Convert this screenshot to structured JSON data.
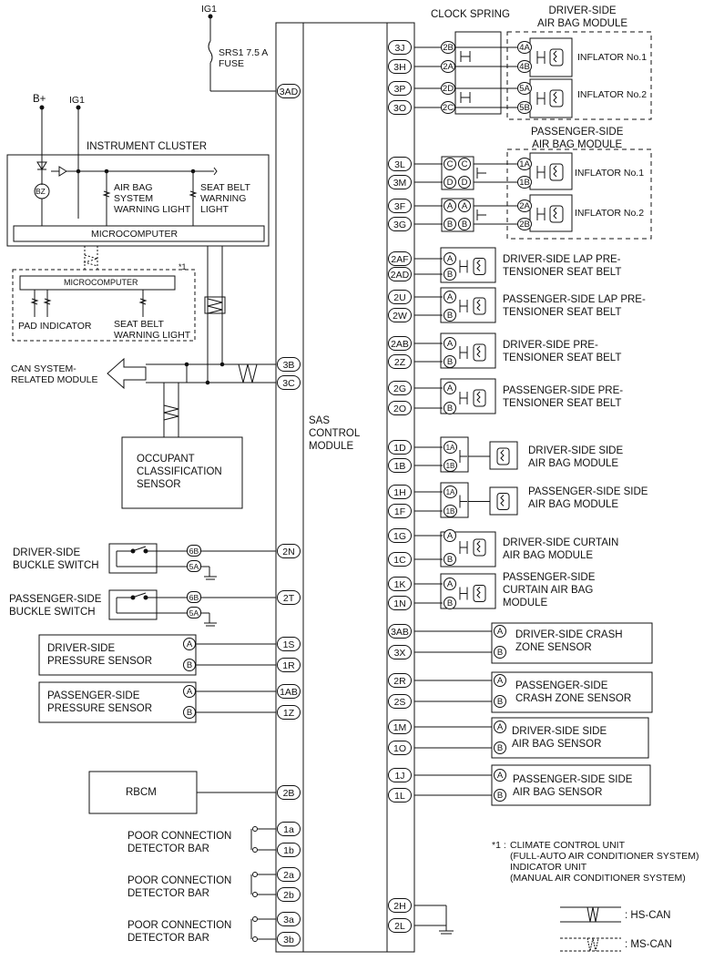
{
  "power": {
    "ig1_top": "IG1",
    "b_plus": "B+",
    "ig1_left": "IG1",
    "fuse": "SRS1 7.5 A\nFUSE"
  },
  "cluster": {
    "title": "INSTRUMENT CLUSTER",
    "bz": "BZ",
    "airbag_light": "AIR BAG\nSYSTEM\nWARNING LIGHT",
    "seatbelt_light": "SEAT BELT\nWARNING\nLIGHT",
    "micro": "MICROCOMPUTER"
  },
  "climate": {
    "mark": "*1",
    "micro": "MICROCOMPUTER",
    "pad": "PAD INDICATOR",
    "seatbelt": "SEAT BELT\nWARNING LIGHT"
  },
  "can": {
    "label": "CAN SYSTEM-\nRELATED MODULE"
  },
  "occupant": {
    "label": "OCCUPANT\nCLASSIFICATION\nSENSOR"
  },
  "sas": {
    "label": "SAS\nCONTROL\nMODULE"
  },
  "left_components": [
    {
      "label": "DRIVER-SIDE\nBUCKLE SWITCH",
      "pins": [
        "6B",
        "5A"
      ]
    },
    {
      "label": "PASSENGER-SIDE\nBUCKLE SWITCH",
      "pins": [
        "6B",
        "5A"
      ]
    },
    {
      "label": "DRIVER-SIDE\nPRESSURE SENSOR",
      "pins": [
        "A",
        "B"
      ]
    },
    {
      "label": "PASSENGER-SIDE\nPRESSURE SENSOR",
      "pins": [
        "A",
        "B"
      ]
    },
    {
      "label": "RBCM"
    }
  ],
  "poor_conn": [
    "POOR CONNECTION\nDETECTOR BAR",
    "POOR CONNECTION\nDETECTOR BAR",
    "POOR CONNECTION\nDETECTOR BAR"
  ],
  "left_pins": [
    "3AD",
    "3B",
    "3C",
    "2N",
    "2T",
    "1S",
    "1R",
    "1AB",
    "1Z",
    "2B",
    "1a",
    "1b",
    "2a",
    "2b",
    "3a",
    "3b"
  ],
  "right_pins": [
    "3J",
    "3H",
    "3P",
    "3O",
    "3L",
    "3M",
    "3F",
    "3G",
    "2AF",
    "2AD",
    "2U",
    "2W",
    "2AB",
    "2Z",
    "2G",
    "2O",
    "1D",
    "1B",
    "1H",
    "1F",
    "1G",
    "1C",
    "1K",
    "1N",
    "3AB",
    "3X",
    "2R",
    "2S",
    "1M",
    "1O",
    "1J",
    "1L",
    "2H",
    "2L"
  ],
  "clock_spring": {
    "title": "CLOCK SPRING",
    "pins": [
      "2B",
      "2A",
      "2D",
      "2C"
    ]
  },
  "driver_airbag": {
    "title": "DRIVER-SIDE\nAIR BAG MODULE",
    "inf1": "INFLATOR No.1",
    "inf2": "INFLATOR No.2",
    "pins": [
      "4A",
      "4B",
      "5A",
      "5B"
    ]
  },
  "passenger_airbag": {
    "title": "PASSENGER-SIDE\nAIR BAG MODULE",
    "inf1": "INFLATOR No.1",
    "inf2": "INFLATOR No.2",
    "pins": [
      "1A",
      "1B",
      "2A",
      "2B"
    ],
    "conn": [
      "C",
      "D",
      "A",
      "B"
    ]
  },
  "right_components": [
    {
      "label": "DRIVER-SIDE LAP PRE-\nTENSIONER SEAT BELT",
      "pins": [
        "A",
        "B"
      ]
    },
    {
      "label": "PASSENGER-SIDE LAP PRE-\nTENSIONER SEAT BELT",
      "pins": [
        "A",
        "B"
      ]
    },
    {
      "label": "DRIVER-SIDE PRE-\nTENSIONER SEAT BELT",
      "pins": [
        "A",
        "B"
      ]
    },
    {
      "label": "PASSENGER-SIDE PRE-\nTENSIONER SEAT BELT",
      "pins": [
        "A",
        "B"
      ]
    },
    {
      "label": "DRIVER-SIDE SIDE\nAIR BAG MODULE",
      "pins": [
        "1A",
        "1B"
      ]
    },
    {
      "label": "PASSENGER-SIDE SIDE\nAIR BAG MODULE",
      "pins": [
        "1A",
        "1B"
      ]
    },
    {
      "label": "DRIVER-SIDE CURTAIN\nAIR BAG MODULE",
      "pins": [
        "A",
        "B"
      ]
    },
    {
      "label": "PASSENGER-SIDE\nCURTAIN AIR BAG\nMODULE",
      "pins": [
        "A",
        "B"
      ]
    },
    {
      "label": "DRIVER-SIDE CRASH\nZONE SENSOR",
      "pins": [
        "A",
        "B"
      ]
    },
    {
      "label": "PASSENGER-SIDE\nCRASH ZONE SENSOR",
      "pins": [
        "A",
        "B"
      ]
    },
    {
      "label": "DRIVER-SIDE SIDE\nAIR BAG SENSOR",
      "pins": [
        "A",
        "B"
      ]
    },
    {
      "label": "PASSENGER-SIDE SIDE\nAIR BAG SENSOR",
      "pins": [
        "A",
        "B"
      ]
    }
  ],
  "notes": {
    "star": "*1 :",
    "text": "CLIMATE CONTROL UNIT\n(FULL-AUTO AIR CONDITIONER SYSTEM)\nINDICATOR UNIT\n(MANUAL AIR CONDITIONER SYSTEM)"
  },
  "legend": {
    "hs": ": HS-CAN",
    "ms": ": MS-CAN"
  }
}
